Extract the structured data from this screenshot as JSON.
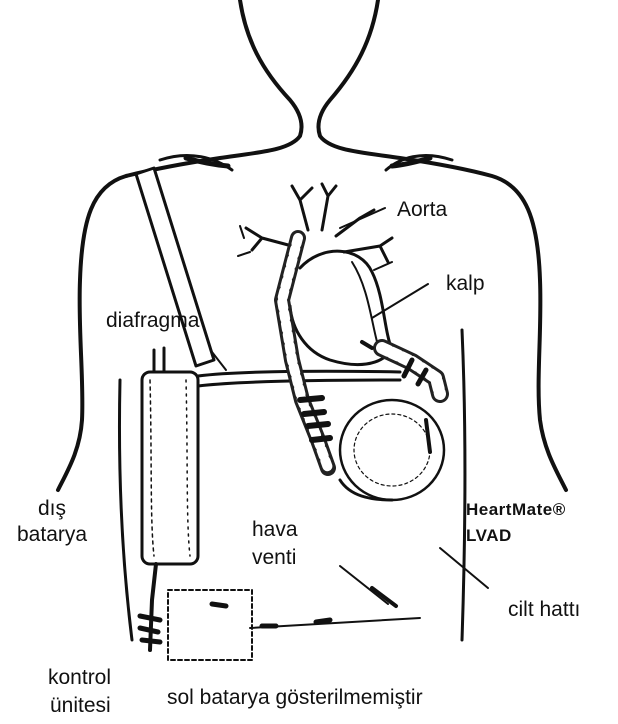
{
  "labels": {
    "aorta": "Aorta",
    "heart": "kalp",
    "diaphragm": "diafragma",
    "external_battery_line1": "dış",
    "external_battery_line2": "batarya",
    "air_vent_line1": "hava",
    "air_vent_line2": "venti",
    "device_line1": "HeartMate®",
    "device_line2": "LVAD",
    "skin_line": "cilt hattı",
    "controller_line1": "kontrol",
    "controller_line2": "ünitesi",
    "left_battery_note": "sol batarya gösterilmemiştir"
  },
  "colors": {
    "ink": "#111111",
    "background": "#ffffff"
  }
}
